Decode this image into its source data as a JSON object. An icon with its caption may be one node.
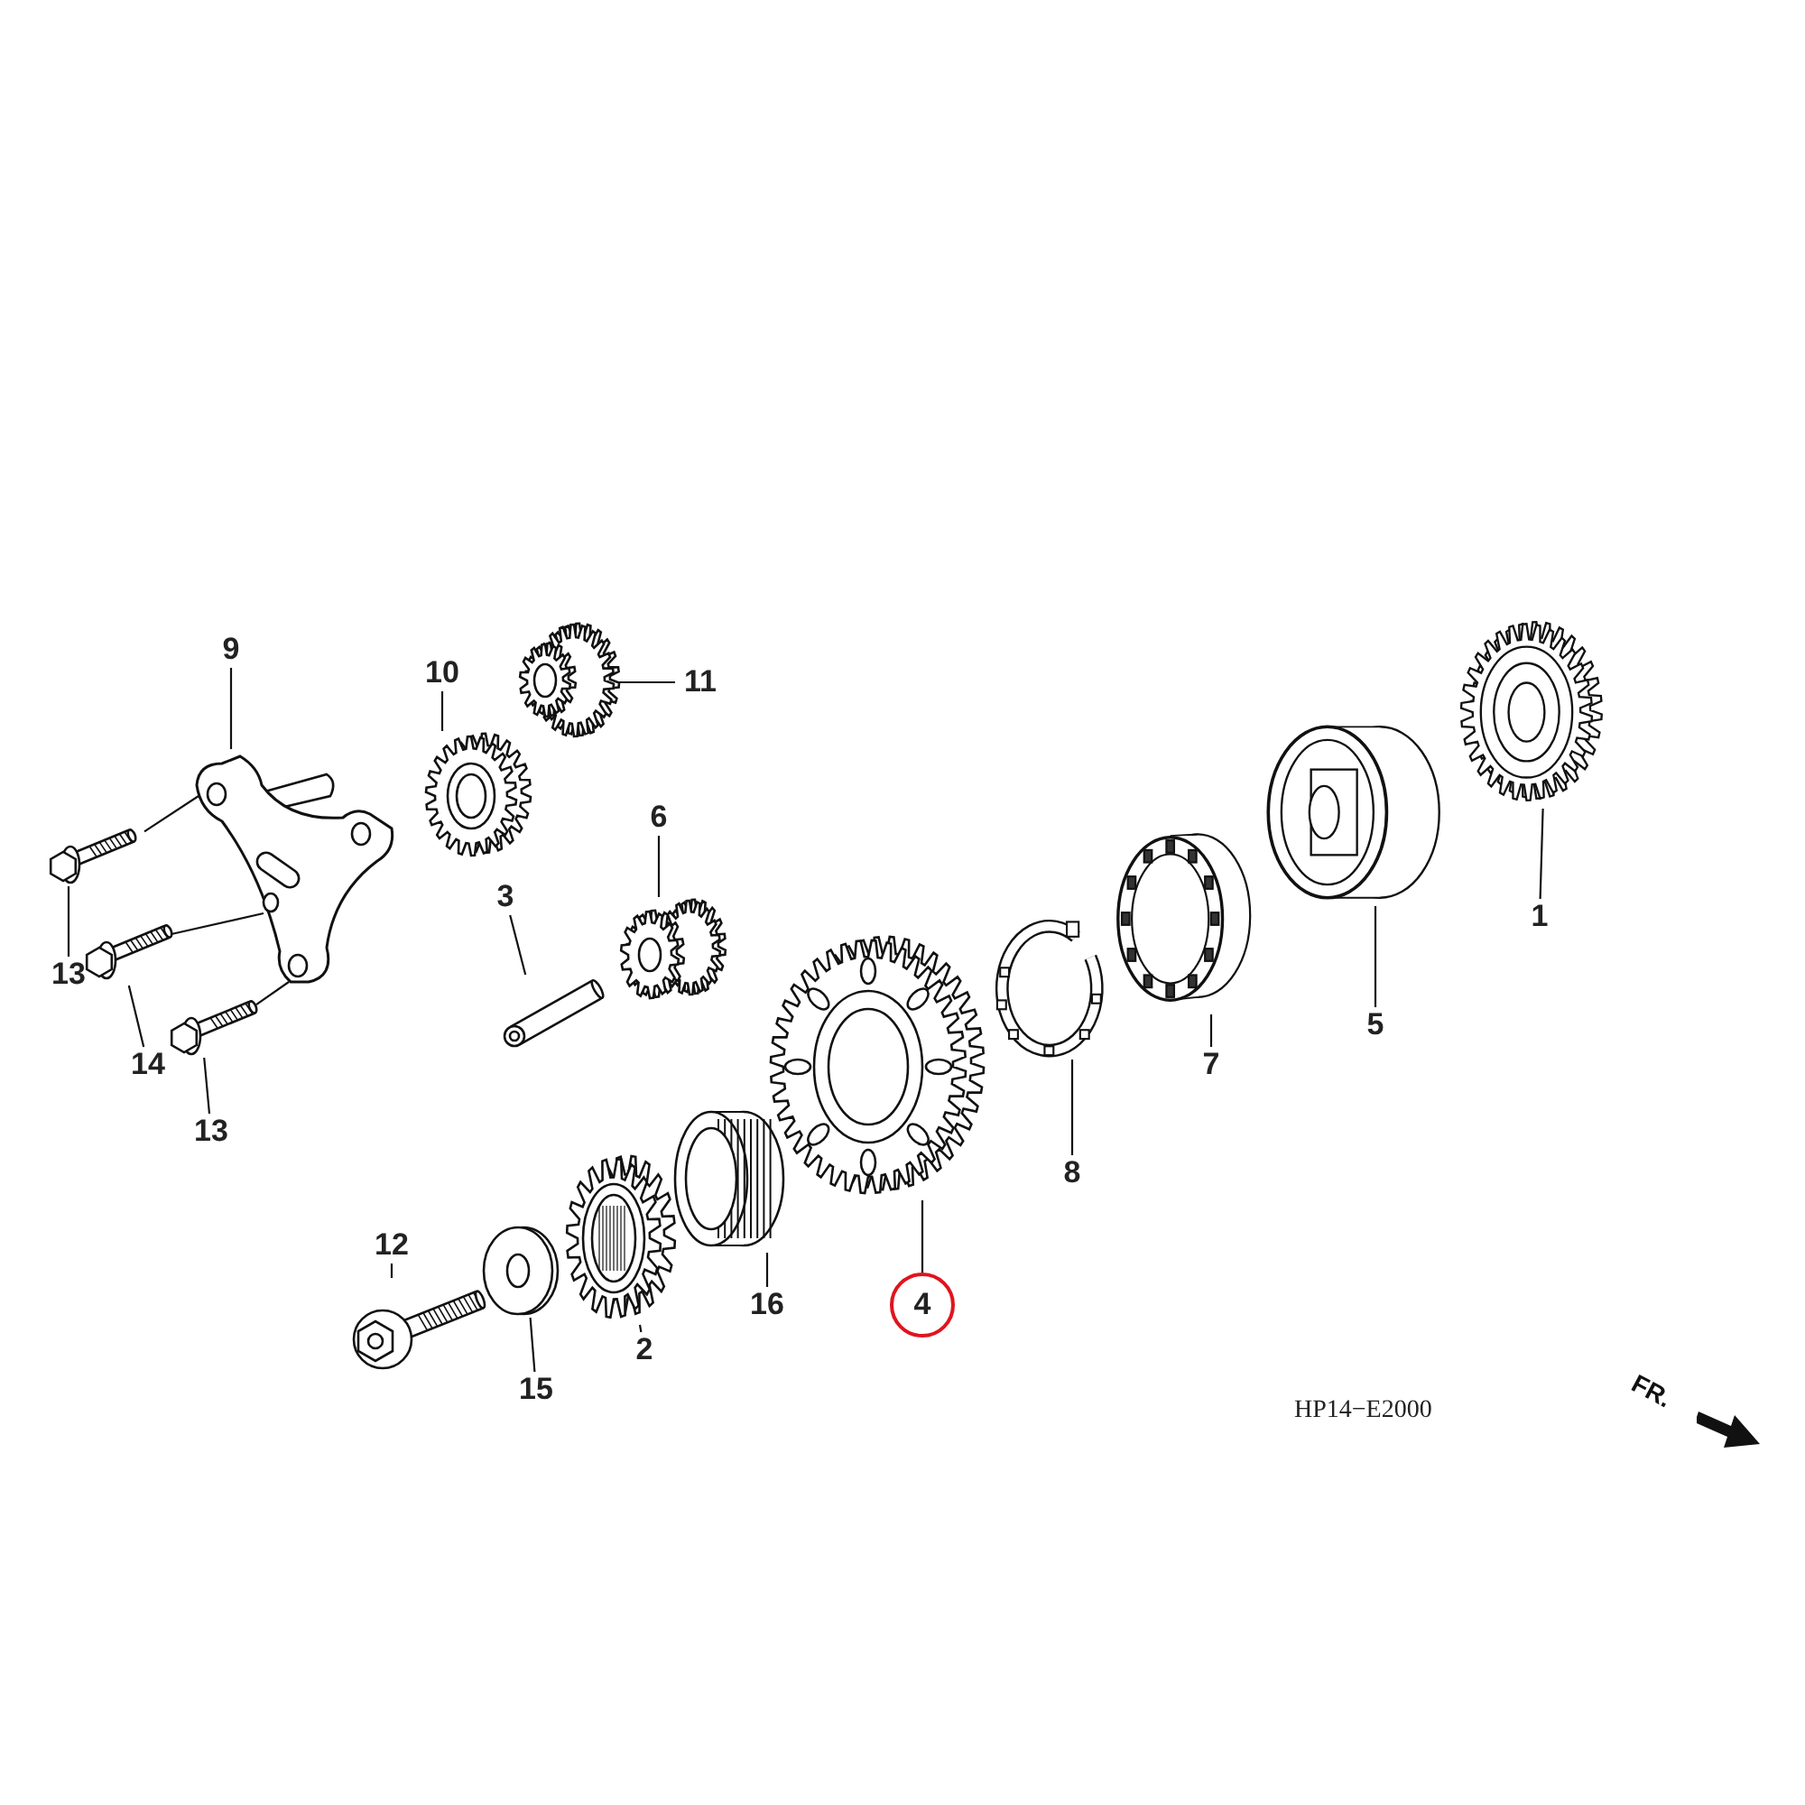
{
  "diagram": {
    "nodes": [
      {
        "text": [
          "9"
        ]
      },
      {
        "text": [
          "10"
        ]
      },
      {
        "text": [
          "11"
        ]
      },
      {
        "text": [
          "6"
        ]
      },
      {
        "text": [
          "3"
        ]
      },
      {
        "text": [
          "13"
        ]
      },
      {
        "text": [
          "14"
        ]
      },
      {
        "text": [
          "13"
        ]
      },
      {
        "text": [
          "12"
        ]
      },
      {
        "text": [
          "15"
        ]
      },
      {
        "text": [
          "2"
        ]
      },
      {
        "text": [
          "16"
        ]
      },
      {
        "text": [
          "4"
        ]
      },
      {
        "text": [
          "8"
        ]
      },
      {
        "text": [
          "7"
        ]
      },
      {
        "text": [
          "5"
        ]
      },
      {
        "text": [
          "1"
        ]
      },
      {
        "text": [],
        "shape": "picture"
      },
      {
        "text": [],
        "shape": "picture"
      },
      {
        "text": [],
        "shape": "picture"
      },
      {
        "text": [],
        "shape": "picture"
      },
      {
        "text": [],
        "shape": "picture"
      },
      {
        "text": [],
        "shape": "picture"
      },
      {
        "text": [],
        "shape": "picture"
      },
      {
        "text": [],
        "shape": "picture"
      },
      {
        "text": [],
        "shape": "picture"
      },
      {
        "text": [],
        "shape": "picture"
      },
      {
        "text": [],
        "shape": "picture"
      },
      {
        "text": [],
        "shape": "picture"
      },
      {
        "text": [],
        "shape": "picture"
      },
      {
        "text": [],
        "shape": "picture"
      },
      {
        "text": [],
        "shape": "picture"
      },
      {
        "text": [],
        "shape": "picture"
      },
      {
        "text": [],
        "shape": "picture"
      }
    ],
    "edges": [
      {
        "from": 0,
        "to": 17,
        "arrow": "none"
      },
      {
        "from": 1,
        "to": 18,
        "arrow": "none"
      },
      {
        "from": 2,
        "to": 19,
        "arrow": "none"
      },
      {
        "from": 3,
        "to": 20,
        "arrow": "none"
      },
      {
        "from": 4,
        "to": 21,
        "arrow": "none"
      },
      {
        "from": 5,
        "to": 22,
        "arrow": "none"
      },
      {
        "from": 6,
        "to": 23,
        "arrow": "none"
      },
      {
        "from": 7,
        "to": 24,
        "arrow": "none"
      },
      {
        "from": 8,
        "to": 25,
        "arrow": "none"
      },
      {
        "from": 9,
        "to": 26,
        "arrow": "none"
      },
      {
        "from": 10,
        "to": 27,
        "arrow": "none"
      },
      {
        "from": 11,
        "to": 28,
        "arrow": "none"
      },
      {
        "from": 12,
        "to": 29,
        "arrow": "none"
      },
      {
        "from": 13,
        "to": 30,
        "arrow": "none"
      },
      {
        "from": 14,
        "to": 31,
        "arrow": "none"
      },
      {
        "from": 15,
        "to": 32,
        "arrow": "none"
      },
      {
        "from": 16,
        "to": 33,
        "arrow": "none"
      },
      {
        "from": 22,
        "to": 17,
        "arrow": "none"
      },
      {
        "from": 23,
        "to": 17,
        "arrow": "none"
      },
      {
        "from": 24,
        "to": 17,
        "arrow": "none"
      }
    ],
    "labels": [
      "HP14−E2000",
      "FR."
    ]
  }
}
